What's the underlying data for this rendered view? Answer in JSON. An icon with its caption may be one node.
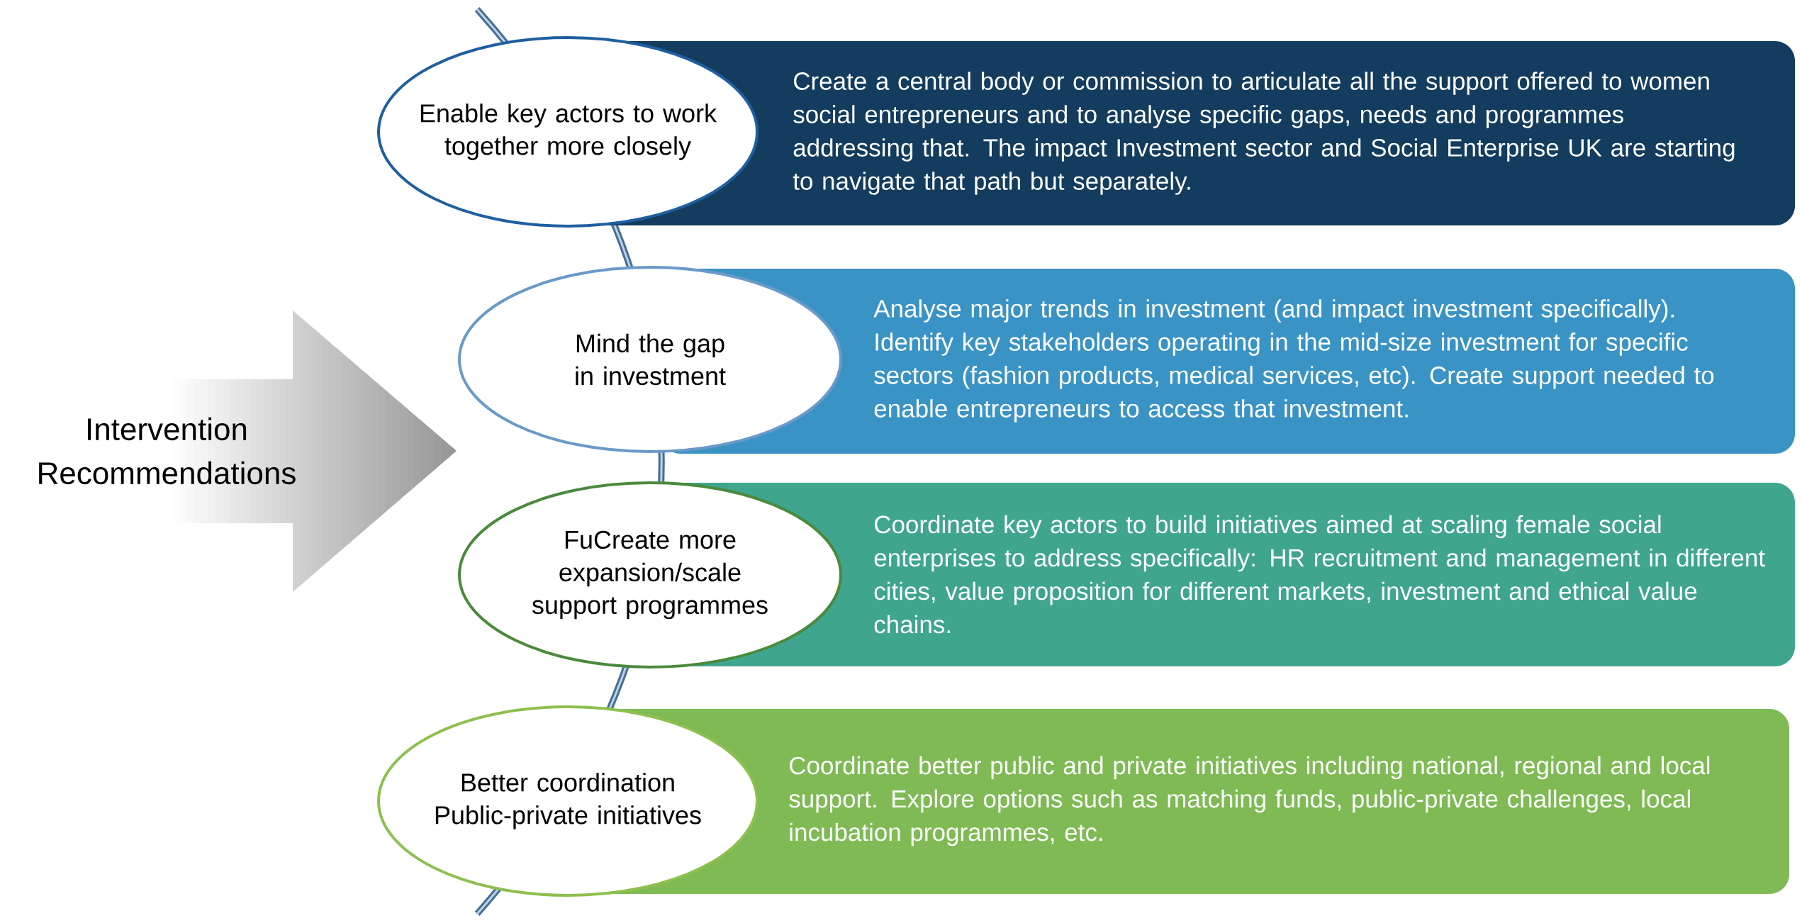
{
  "diagram": {
    "nodes": [
      {
        "text": [
          "Intervention Recommendations"
        ]
      },
      {
        "text": [
          "Enable key actors to work together more closely"
        ]
      },
      {
        "text": [
          "Create a central body or commission to articulate all the support offered to women social entrepreneurs and to analyse specific gaps, needs and programmes addressing that. The impact Investment sector and Social Enterprise UK are starting to navigate that path but separately."
        ]
      },
      {
        "text": [
          "Mind the gap in investment"
        ]
      },
      {
        "text": [
          "Analyse major trends in investment (and impact investment specifically). Identify key stakeholders operating in the mid-size investment for specific sectors (fashion products, medical services, etc). Create support needed to enable entrepreneurs to access that investment."
        ]
      },
      {
        "text": [
          "FuCreate more expansion/scale support programmes"
        ]
      },
      {
        "text": [
          "Coordinate key actors to build initiatives aimed at scaling female social enterprises to address specifically: HR recruitment and management in different cities, value proposition for different markets, investment and ethical value chains."
        ]
      },
      {
        "text": [
          "Better coordination Public-private initiatives"
        ]
      },
      {
        "text": [
          "Coordinate better public and private initiatives including national, regional and local support. Explore options such as matching funds, public-private challenges, local incubation programmes, etc."
        ]
      }
    ]
  }
}
